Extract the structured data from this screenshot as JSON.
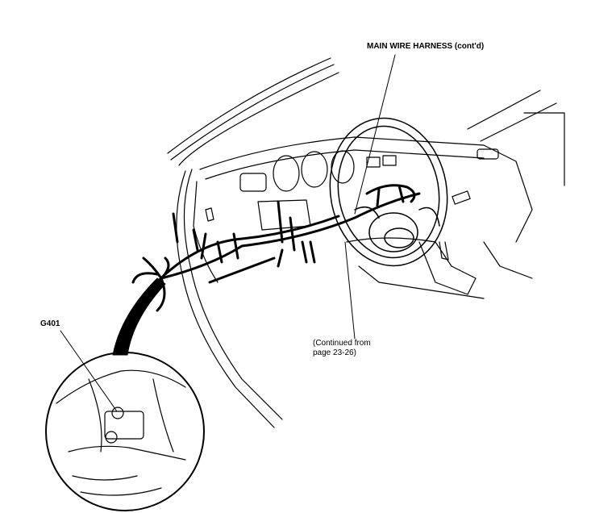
{
  "labels": {
    "main_wire_harness": "MAIN WIRE HARNESS (cont'd)",
    "continued_line1": "(Continued from",
    "continued_line2": "page 23-26)",
    "ground_point": "G401"
  },
  "colors": {
    "ink": "#000000",
    "paper": "#ffffff"
  }
}
